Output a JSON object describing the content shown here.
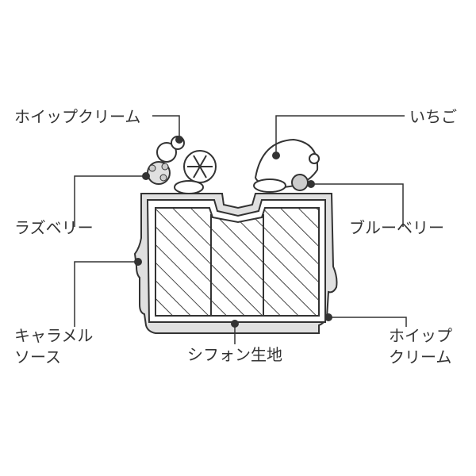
{
  "labels": {
    "whipped_cream_top": "ホイップクリーム",
    "strawberry": "いちご",
    "raspberry": "ラズベリー",
    "blueberry": "ブルーベリー",
    "caramel_sauce_line1": "キャラメル",
    "caramel_sauce_line2": "ソース",
    "chiffon_sponge": "シフォン生地",
    "whipped_cream_side_line1": "ホイップ",
    "whipped_cream_side_line2": "クリーム"
  },
  "colors": {
    "ink": "#333333",
    "cake_fill": "#e0e0e0",
    "cream_fill": "#ffffff",
    "hatch": "#444444"
  }
}
